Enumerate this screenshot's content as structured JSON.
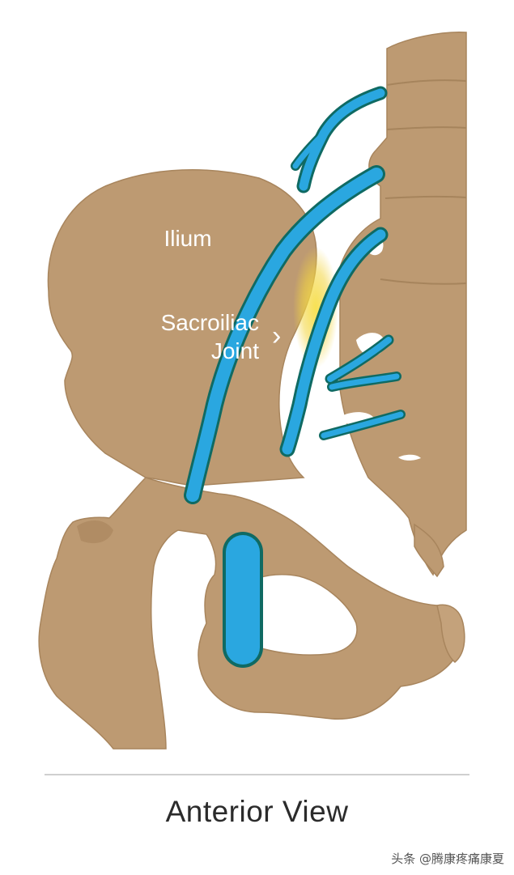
{
  "diagram": {
    "labels": {
      "ilium": "Ilium",
      "sacroiliac_line1": "Sacroiliac",
      "sacroiliac_line2": "Joint",
      "pointer": "›"
    },
    "colors": {
      "bone": "#bd9a72",
      "bone_outline": "#a8855d",
      "bone_shadow": "#a6845c",
      "vessel": "#2aa7e0",
      "vessel_outline": "#0f6a63",
      "joint_highlight": "#f3d540",
      "background": "#ffffff"
    }
  },
  "caption": "Anterior View",
  "watermark": "头条 @腾康疼痛康夏"
}
